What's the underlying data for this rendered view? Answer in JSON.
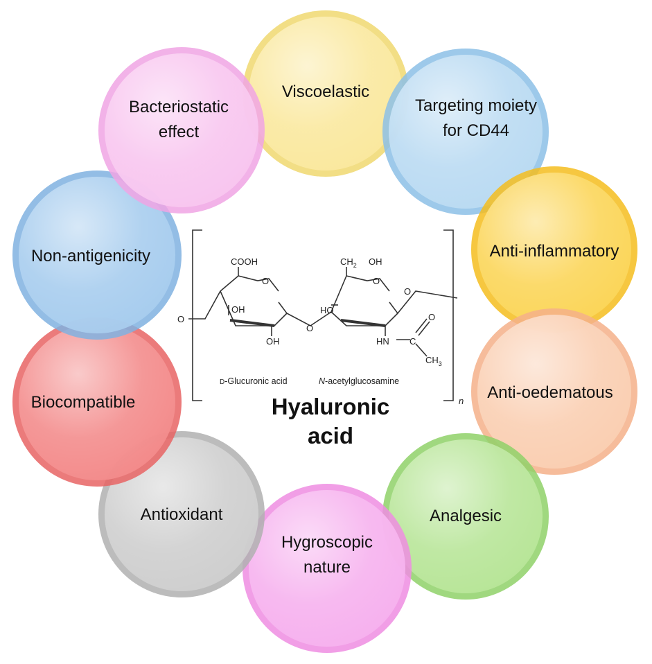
{
  "center": {
    "title_line1": "Hyaluronic",
    "title_line2": "acid"
  },
  "structure": {
    "atoms": {
      "cooh": "COOH",
      "ch2": "CH",
      "ch2_sub": "2",
      "oh_top": "OH",
      "ring_o_left": "O",
      "ring_o_right": "O",
      "oh_left1": "OH",
      "oh_left2": "OH",
      "ho_right": "HO",
      "glyco_o": "O",
      "end_o_left": "O",
      "end_o_right": "O",
      "nh": "HN",
      "c_amide": "C",
      "o_amide": "O",
      "ch3": "CH",
      "ch3_sub": "3",
      "repeat_n": "n"
    },
    "caption_left_prefix": "D",
    "caption_left_rest": "-Glucuronic acid",
    "caption_right_italic": "N",
    "caption_right_rest": "-acetylglucosamine"
  },
  "petals": [
    {
      "id": "viscoelastic",
      "lines": [
        "Viscoelastic"
      ],
      "color": "#fbe9a0",
      "rim": "#f0d870"
    },
    {
      "id": "targeting",
      "lines": [
        "Targeting moiety",
        "for CD44"
      ],
      "color": "#bcdcf3",
      "rim": "#8cbfe6"
    },
    {
      "id": "anti-inflammatory",
      "lines": [
        "Anti-inflammatory"
      ],
      "color": "#fcd65a",
      "rim": "#f5bd1f"
    },
    {
      "id": "anti-oedematous",
      "lines": [
        "Anti-oedematous"
      ],
      "color": "#fbcfb4",
      "rim": "#f4b08a"
    },
    {
      "id": "analgesic",
      "lines": [
        "Analgesic"
      ],
      "color": "#b9e79a",
      "rim": "#8fd168"
    },
    {
      "id": "hygroscopic",
      "lines": [
        "Hygroscopic",
        "nature"
      ],
      "color": "#f6b1ee",
      "rim": "#ee8de2"
    },
    {
      "id": "antioxidant",
      "lines": [
        "Antioxidant"
      ],
      "color": "#cfcfcf",
      "rim": "#b0b0b0"
    },
    {
      "id": "biocompatible",
      "lines": [
        "Biocompatible"
      ],
      "color": "#f48c8c",
      "rim": "#e86464"
    },
    {
      "id": "non-antigenicity",
      "lines": [
        "Non-antigenicity"
      ],
      "color": "#a9cdee",
      "rim": "#80b2e0"
    },
    {
      "id": "bacteriostatic",
      "lines": [
        "Bacteriostatic",
        "effect"
      ],
      "color": "#f8c6ef",
      "rim": "#f0a5e4"
    }
  ]
}
